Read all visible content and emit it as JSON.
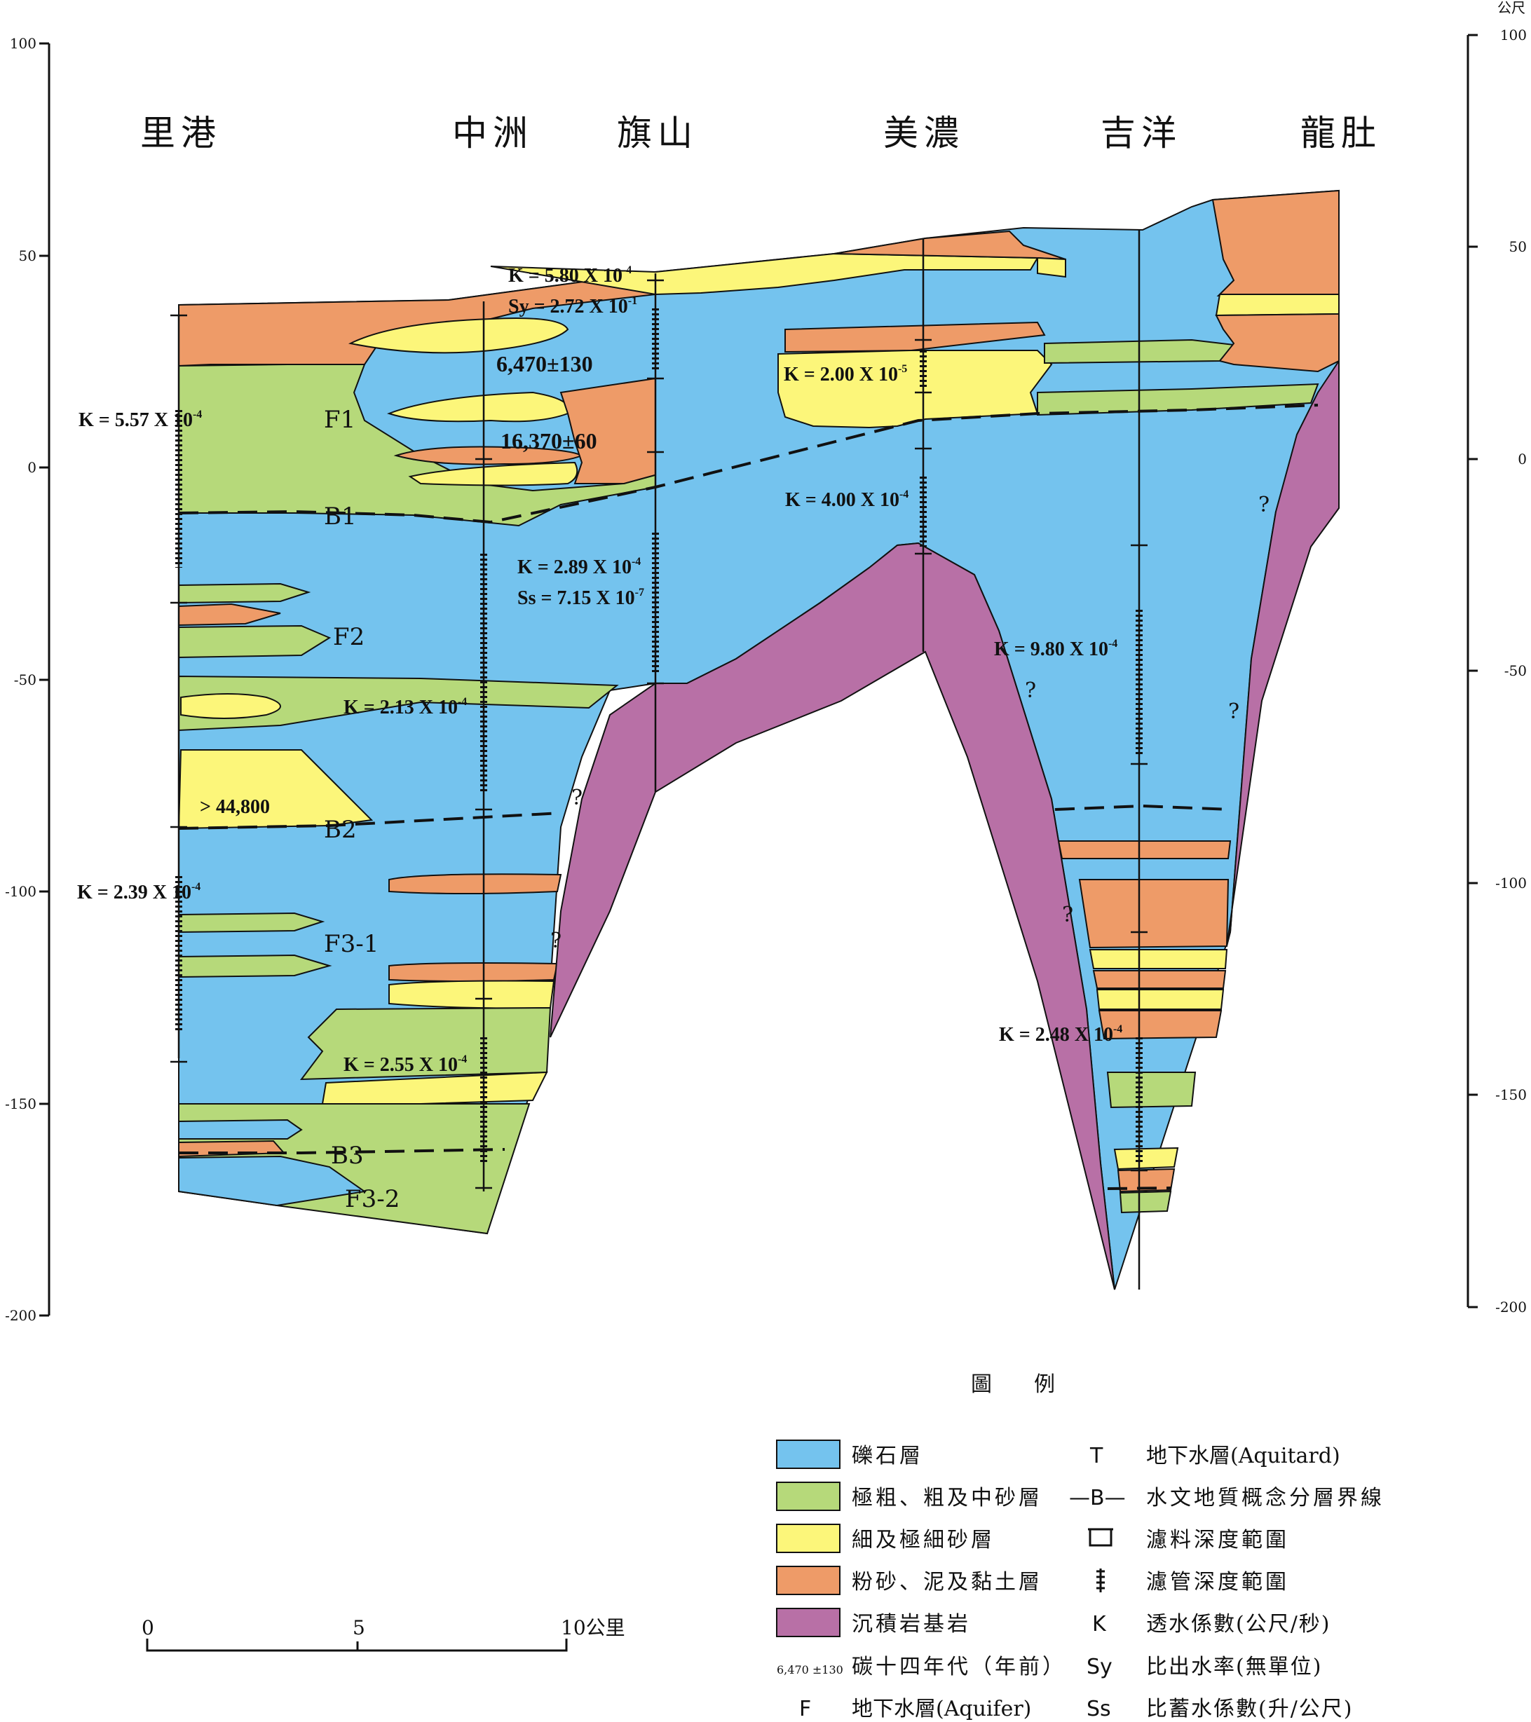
{
  "colors": {
    "gravel": "#74c3ee",
    "coarse_sand": "#b6d97a",
    "fine_sand": "#fcf67a",
    "silt_clay": "#ee9b68",
    "bedrock": "#b870a6"
  },
  "axis": {
    "left_ticks": [
      "100",
      "50",
      "0",
      "-50",
      "-100",
      "-150",
      "-200"
    ],
    "right_ticks": [
      "100",
      "50",
      "0",
      "-50",
      "-100",
      "-150",
      "-200"
    ],
    "right_unit": "公尺",
    "ylim": [
      -200,
      100
    ]
  },
  "places": [
    "里港",
    "中洲",
    "旗山",
    "美濃",
    "吉洋",
    "龍肚"
  ],
  "layers": {
    "aquifers": [
      "F1",
      "F2",
      "F3-1",
      "F3-2"
    ],
    "boundaries": [
      "B1",
      "B2",
      "B3"
    ]
  },
  "annotations": {
    "k_left_top": "K = 5.57 X 10",
    "k_left_top_exp": "-4",
    "k_left_mid": "K = 2.39 X 10",
    "k_left_mid_exp": "-4",
    "age_2": "> 44,800",
    "k_zz_1": "K = 2.13 X 10",
    "k_zz_1_exp": "-4",
    "k_zz_2": "K = 2.55 X 10",
    "k_zz_2_exp": "-4",
    "age_1a": "6,470±130",
    "age_1b": "16,370±60",
    "k_qs": "K = 5.80 X 10",
    "k_qs_exp": "-4",
    "sy_qs": "Sy = 2.72 X 10",
    "sy_qs_exp": "-1",
    "k_qs_2": "K = 2.89 X 10",
    "k_qs_2_exp": "-4",
    "ss_qs": "Ss = 7.15 X 10",
    "ss_qs_exp": "-7",
    "k_mn_1": "K = 2.00 X 10",
    "k_mn_1_exp": "-5",
    "k_mn_2": "K = 4.00 X 10",
    "k_mn_2_exp": "-4",
    "k_jy_1": "K = 9.80 X 10",
    "k_jy_1_exp": "-4",
    "k_jy_2": "K = 2.48 X 10",
    "k_jy_2_exp": "-4",
    "question": "?"
  },
  "legend": {
    "title": "圖　　例",
    "left": [
      {
        "label": "礫石層"
      },
      {
        "label": "極粗、粗及中砂層"
      },
      {
        "label": "細及極細砂層"
      },
      {
        "label": "粉砂、泥及黏土層"
      },
      {
        "label": "沉積岩基岩"
      },
      {
        "symbol": "6,470 ±130",
        "label": "碳十四年代（年前）"
      },
      {
        "symbol": "F",
        "label": "地下水層(Aquifer)"
      }
    ],
    "right": [
      {
        "symbol": "T",
        "label": "地下水層(Aquitard)"
      },
      {
        "symbol": "—B—",
        "label": "水文地質概念分層界線"
      },
      {
        "symbol": "",
        "label": "濾料深度範圍"
      },
      {
        "symbol": "",
        "label": "濾管深度範圍"
      },
      {
        "symbol": "K",
        "label": "透水係數(公尺/秒)"
      },
      {
        "symbol": "Sy",
        "label": "比出水率(無單位)"
      },
      {
        "symbol": "Ss",
        "label": "比蓄水係數(升/公尺)"
      }
    ]
  },
  "scale": {
    "ticks": [
      "0",
      "5",
      "10公里"
    ]
  }
}
